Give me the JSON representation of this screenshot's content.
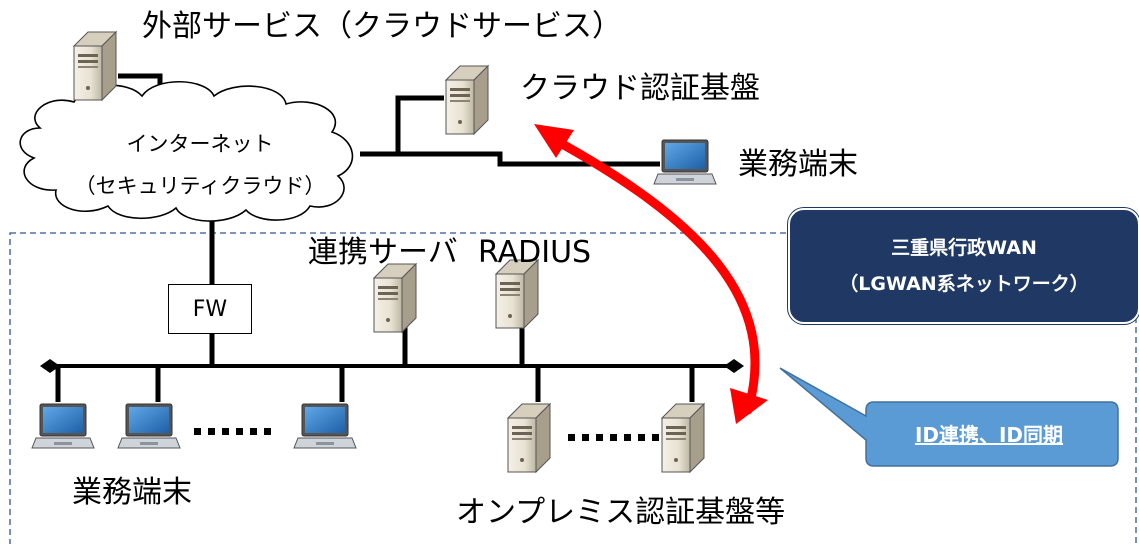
{
  "labels": {
    "external_service": "外部サービス（クラウドサービス）",
    "cloud_auth": "クラウド認証基盤",
    "business_terminal_top": "業務端末",
    "internet_line1": "インターネット",
    "internet_line2": "（セキュリティクラウド）",
    "fw": "FW",
    "linkage_server": "連携サーバ",
    "radius": "RADIUS",
    "business_terminal_bottom": "業務端末",
    "onprem_auth": "オンプレミス認証基盤等"
  },
  "lgwan": {
    "line1": "三重県行政WAN",
    "line2": "（LGWAN系ネットワーク）"
  },
  "callout": {
    "text": "ID連携、ID同期"
  },
  "colors": {
    "lgwan_box": "#1f3864",
    "callout": "#5b9bd5",
    "arrow": "#ff0000",
    "dashed_border": "#2f5597",
    "laptop_screen": "#2e75b6"
  }
}
